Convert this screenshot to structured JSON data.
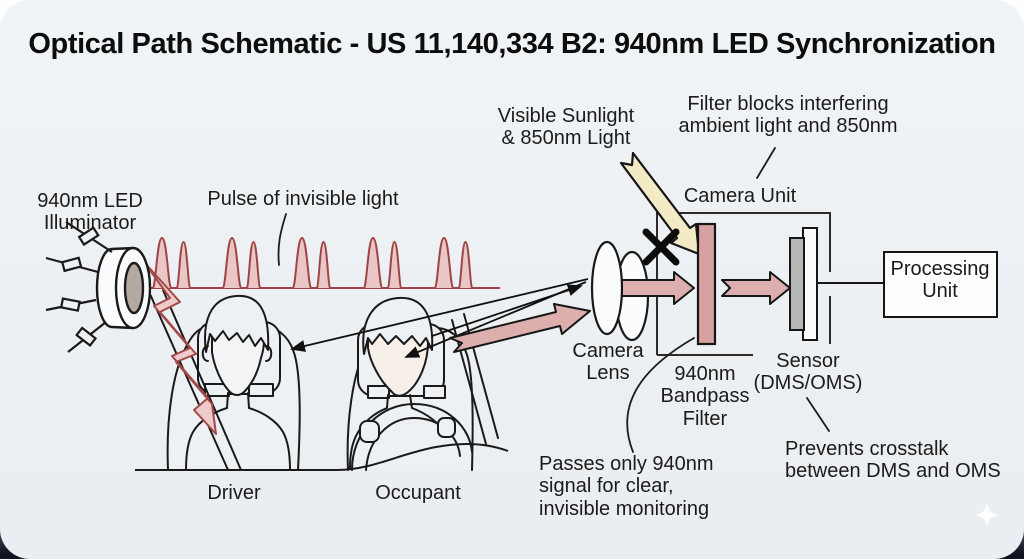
{
  "title": "Optical Path Schematic - US 11,140,334 B2: 940nm LED Synchronization",
  "labels": {
    "led_illuminator": "940nm LED\nIlluminator",
    "pulse": "Pulse of invisible light",
    "sunlight": "Visible Sunlight\n& 850nm Light",
    "filter_blocks": "Filter blocks interfering\nambient light and 850nm",
    "camera_unit": "Camera Unit",
    "camera_lens": "Camera\nLens",
    "bandpass_filter": "940nm\nBandpass\nFilter",
    "sensor": "Sensor\n(DMS/OMS)",
    "processing_unit": "Processing\nUnit",
    "passes_only": "Passes only 940nm\nsignal for clear,\ninvisible monitoring",
    "prevents_crosstalk": "Prevents crosstalk\nbetween DMS and OMS",
    "driver": "Driver",
    "occupant": "Occupant"
  },
  "colors": {
    "background": "#edf1f4",
    "outline": "#1a1a1a",
    "pulse_stroke": "#9d4545",
    "pulse_fill": "#eac6c6",
    "ir_beam_fill": "#dcaeae",
    "sunlight_fill": "#f3eac6",
    "filter_fill": "#d8a1a1",
    "sensor_fill": "#b7b7b7",
    "led_aperture_fill": "#b3a9a1"
  }
}
